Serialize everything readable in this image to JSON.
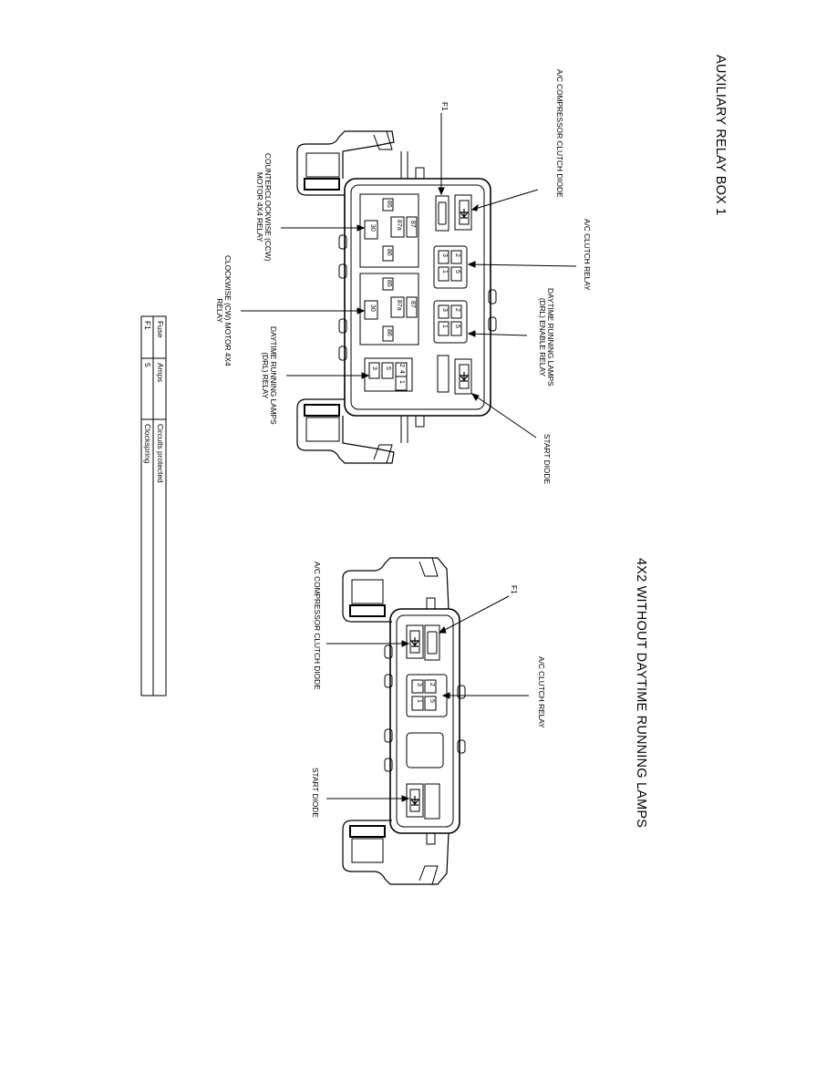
{
  "diagram1": {
    "title": "AUXILIARY RELAY BOX 1",
    "labels": {
      "ac_compressor_clutch_diode": "A/C COMPRESSOR CLUTCH DIODE",
      "f1": "F1",
      "ac_clutch_relay": "A/C CLUTCH RELAY",
      "drl_enable_relay_l1": "DAYTIME RUNNING LAMPS",
      "drl_enable_relay_l2": "(DRL) ENABLE RELAY",
      "start_diode": "START DIODE",
      "ccw_relay_l1": "COUNTERCLOCKWISE (CCW)",
      "ccw_relay_l2": "MOTOR 4X4 RELAY",
      "cw_relay_l1": "CLOCKWISE (CW) MOTOR 4X4",
      "cw_relay_l2": "RELAY",
      "drl_relay_l1": "DAYTIME RUNNING LAMPS",
      "drl_relay_l2": "(DRL) RELAY"
    },
    "terminals": {
      "t85": "85",
      "t87": "87",
      "t87a": "87a",
      "t30": "30",
      "t86": "86",
      "t1": "1",
      "t2": "2",
      "t3": "3",
      "t4": "4",
      "t5": "5"
    }
  },
  "diagram2": {
    "title": "4X2 WITHOUT DAYTIME RUNNING LAMPS",
    "labels": {
      "f1": "F1",
      "ac_compressor_clutch_diode": "A/C COMPRESSOR CLUTCH DIODE",
      "ac_clutch_relay": "A/C CLUTCH RELAY",
      "start_diode": "START DIODE"
    }
  },
  "fuse_table": {
    "headers": [
      "Fuse",
      "Amps",
      "Circuits protected"
    ],
    "rows": [
      [
        "F1",
        "5",
        "Clockspring"
      ]
    ]
  },
  "colors": {
    "line": "#000000",
    "background": "#ffffff"
  }
}
